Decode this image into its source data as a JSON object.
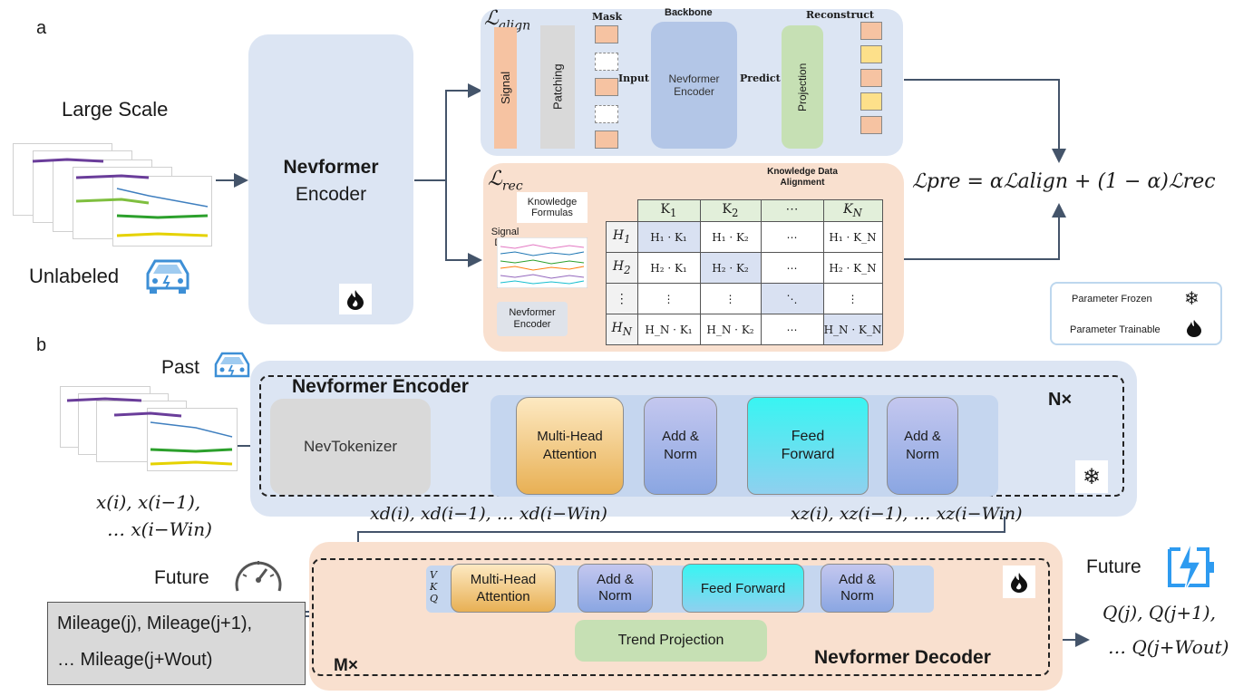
{
  "panel_a": {
    "letter": "a",
    "large_scale": "Large Scale",
    "unlabeled": "Unlabeled",
    "encoder_title": "Nevformer",
    "encoder_sub": "Encoder",
    "align": {
      "loss": "ℒ",
      "loss_sub": "align",
      "mask": "Mask",
      "backbone": "Backbone",
      "reconstruct": "Reconstruct",
      "signal": "Signal",
      "patching": "Patching",
      "input": "Input",
      "encoder": "Nevformer Encoder",
      "predict": "Predict",
      "projection": "Projection"
    },
    "rec": {
      "loss": "ℒ",
      "loss_sub": "rec",
      "knowledge_formulas": "Knowledge Formulas",
      "signal_data": "Signal Data",
      "encoder": "Nevformer Encoder",
      "alignment_note": "Knowledge Data Alignment",
      "h_labels": [
        "H",
        "H",
        "⋮",
        "H"
      ],
      "h_subs": [
        "1",
        "2",
        "",
        "N"
      ],
      "k_headers": [
        {
          "t": "K",
          "s": "1"
        },
        {
          "t": "K",
          "s": "2"
        },
        {
          "t": "⋯",
          "s": ""
        },
        {
          "t": "K",
          "s": "N"
        }
      ],
      "cells": [
        [
          "H₁ · K₁",
          "H₁ · K₂",
          "⋯",
          "H₁ · K_N"
        ],
        [
          "H₂ · K₁",
          "H₂ · K₂",
          "⋯",
          "H₂ · K_N"
        ],
        [
          "⋮",
          "⋮",
          "⋱",
          "⋮"
        ],
        [
          "H_N · K₁",
          "H_N · K₂",
          "⋯",
          "H_N · K_N"
        ]
      ]
    },
    "pre_loss": "ℒpre = αℒalign + (1 − α)ℒrec",
    "legend": {
      "frozen": "Parameter Frozen",
      "trainable": "Parameter Trainable"
    }
  },
  "panel_b": {
    "letter": "b",
    "past": "Past",
    "past_inputs_1": "x(i), x(i−1),",
    "past_inputs_2": "… x(i−Win)",
    "encoder_title": "Nevformer Encoder",
    "tokenizer": "NevTokenizer",
    "mha": "Multi-Head Attention",
    "add_norm": "Add & Norm",
    "feed_forward": "Feed Forward",
    "n_times": "N×",
    "xd_seq": "xd(i), xd(i−1), … xd(i−Win)",
    "xz_seq": "xz(i), xz(i−1), … xz(i−Win)",
    "future": "Future",
    "mileage_1": "Mileage(j), Mileage(j+1),",
    "mileage_2": "… Mileage(j+Wout)",
    "dec_mha": "Multi-Head Attention",
    "dec_ffn": "Feed Forward",
    "vkq": [
      "V",
      "K",
      "Q"
    ],
    "trend": "Trend Projection",
    "m_times": "M×",
    "decoder_title": "Nevformer Decoder",
    "future_out": "Future",
    "q_out_1": "Q(j), Q(j+1),",
    "q_out_2": "… Q(j+Wout)"
  },
  "colors": {
    "encoder_bg": "#dce5f3",
    "rec_bg": "#f9e0cf",
    "decoder_bg": "#f9e0cf",
    "signal": "#f6c3a2",
    "patching": "#d9d9d9",
    "backbone": "#b3c6e7",
    "projection": "#c6e0b4",
    "mha": "#f2c46e",
    "ffn": "#2ff2f0",
    "addnorm": "#a9b8e8"
  },
  "icons": [
    "car-icon",
    "fire-icon",
    "snowflake-icon",
    "speedometer-icon",
    "battery-bolt-icon"
  ]
}
